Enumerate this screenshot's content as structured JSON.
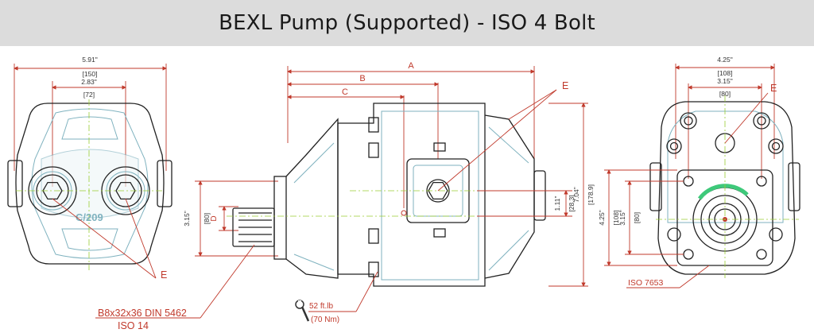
{
  "title": "BEXL Pump (Supported) - ISO 4 Bolt",
  "colors": {
    "outline": "#222222",
    "detail": "#7fb2bf",
    "dimension": "#c0392b",
    "centerline": "#9acd32",
    "title_bar": "#dcdcdc"
  },
  "front_view": {
    "dim_width_in": "5.91\"",
    "dim_width_mm": "[150]",
    "dim_ports_in": "2.83\"",
    "dim_ports_mm": "[72]",
    "casting_mark": "C/209",
    "label_port": "E"
  },
  "side_view": {
    "label_A": "A",
    "label_B": "B",
    "label_C": "C",
    "label_D": "D",
    "label_E": "E",
    "dim_shaft_in": "3.15\"",
    "dim_shaft_mm": "[80]",
    "dim_port_in": "1.11\"",
    "dim_port_mm": "[28.3]",
    "dim_height_in": "7.04\"",
    "dim_height_mm": "[178.9]",
    "torque_imperial": "52 ft.lb",
    "torque_metric": "(70 Nm)",
    "wrench_icon": "wrench-icon"
  },
  "flange_view": {
    "dim_width_in": "4.25\"",
    "dim_width_mm": "[108]",
    "dim_bolt_in": "3.15\"",
    "dim_bolt_mm": "[80]",
    "dim_vert_in": "4.25\"",
    "dim_vert_mm": "[108]",
    "dim_vert2_in": "3.15\"",
    "dim_vert2_mm": "[80]",
    "label_port": "E",
    "iso_label": "ISO 7653"
  },
  "shaft_spec_line1": "B8x32x36 DIN 5462",
  "shaft_spec_line2": "ISO 14"
}
